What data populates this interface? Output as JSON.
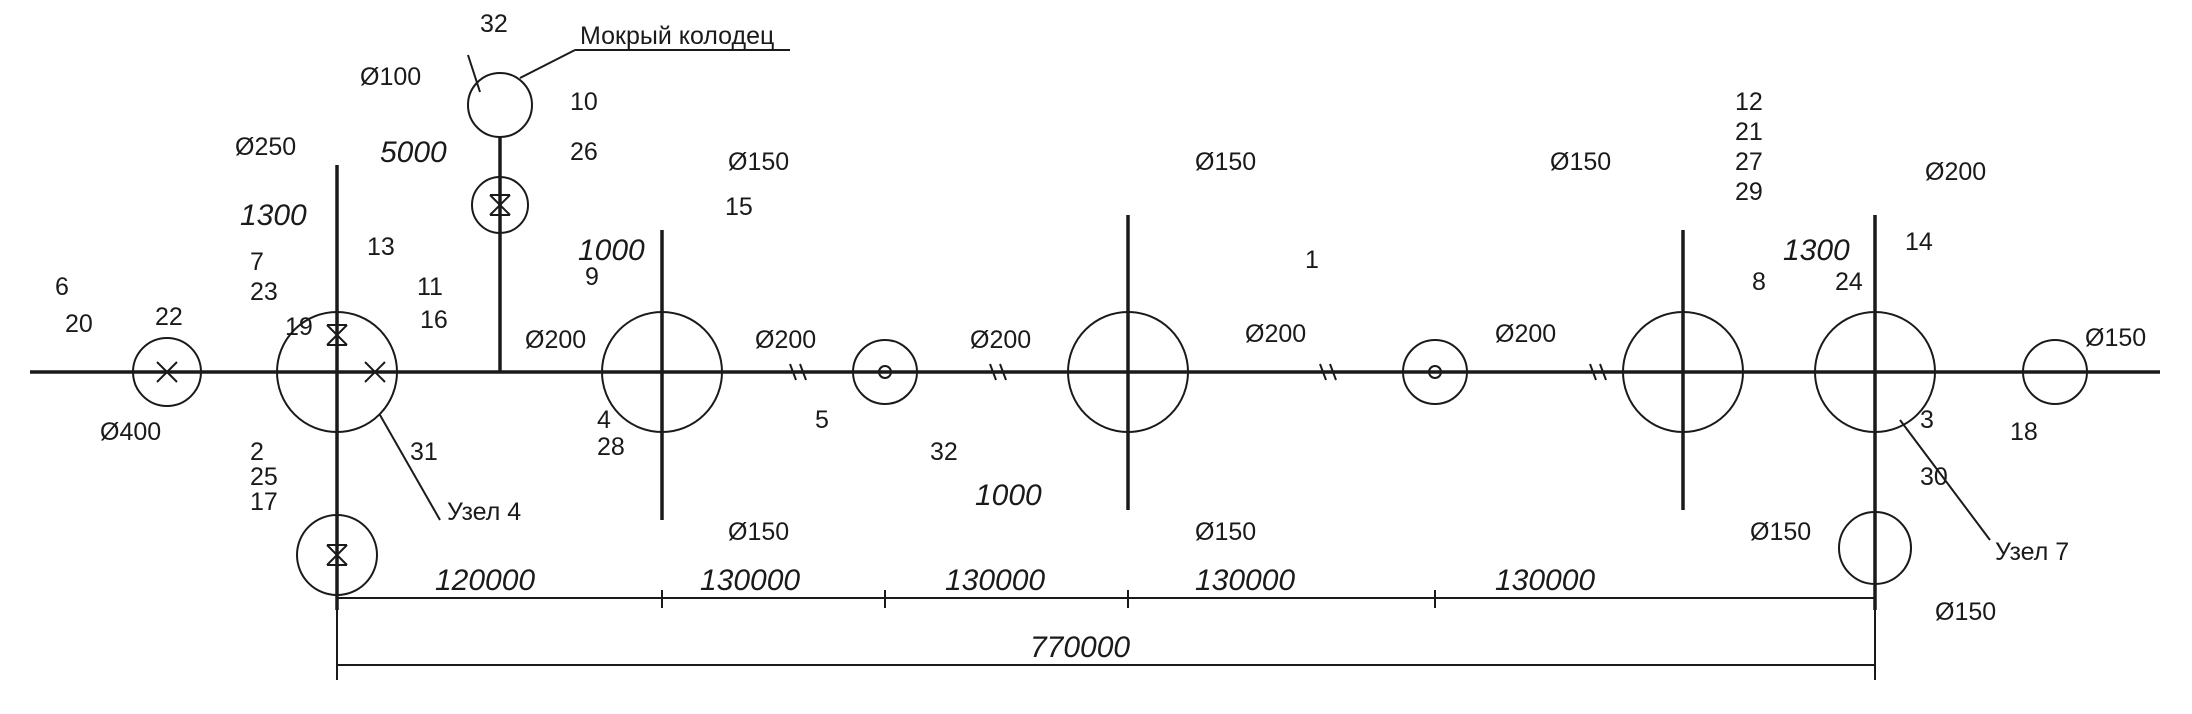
{
  "diagram": {
    "wet_well_label": "Мокрый колодец",
    "node4_label": "Узел  4",
    "node7_label": "Узел  7",
    "diameters": {
      "d400": "Ø400",
      "d250": "Ø250",
      "d200": "Ø200",
      "d150": "Ø150",
      "d100": "Ø100"
    },
    "dimensions": {
      "d770000": "770000",
      "d120000": "120000",
      "d130000": "130000",
      "d5000": "5000",
      "d1300": "1300",
      "d1000": "1000"
    },
    "callouts": [
      "1",
      "2",
      "3",
      "4",
      "5",
      "6",
      "7",
      "8",
      "9",
      "10",
      "11",
      "12",
      "13",
      "14",
      "15",
      "16",
      "17",
      "18",
      "19",
      "20",
      "21",
      "22",
      "23",
      "24",
      "25",
      "26",
      "27",
      "28",
      "29",
      "30",
      "31",
      "32"
    ]
  }
}
